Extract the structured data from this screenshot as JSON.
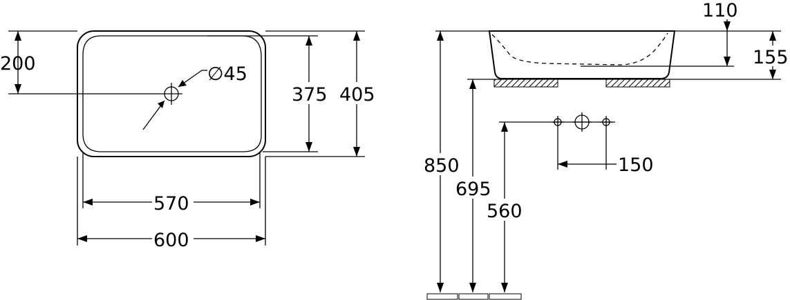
{
  "top_view": {
    "depth_to_drain": "200",
    "drain_diameter": "∅45",
    "inner_depth": "375",
    "outer_depth": "405",
    "inner_width": "570",
    "outer_width": "600"
  },
  "side_view": {
    "basin_inner_height": "110",
    "basin_height": "155",
    "floor_to_top": "850",
    "floor_to_countertop": "695",
    "floor_to_tap_holes": "560",
    "tap_hole_spacing": "150"
  }
}
